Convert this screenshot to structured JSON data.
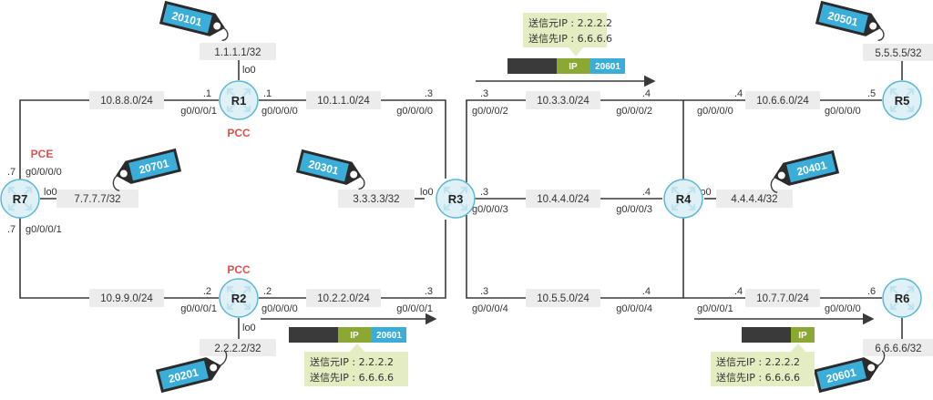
{
  "colors": {
    "link": "#3a3a3a",
    "router_fill": "#dff1f7",
    "router_stroke": "#5bb8d4",
    "label_bg": "#ececec",
    "tag_body": "#2b2b2b",
    "tag_face": "#3aaed8",
    "role": "#d9534f",
    "info_bg": "#e4ecc2",
    "pkt_dark": "#3a3a3a",
    "pkt_ip": "#8aa832",
    "pkt_label": "#3aaed8"
  },
  "routers": [
    {
      "id": "r1",
      "name": "R1",
      "role": "PCC"
    },
    {
      "id": "r2",
      "name": "R2",
      "role": "PCC"
    },
    {
      "id": "r3",
      "name": "R3",
      "role": ""
    },
    {
      "id": "r4",
      "name": "R4",
      "role": ""
    },
    {
      "id": "r5",
      "name": "R5",
      "role": ""
    },
    {
      "id": "r6",
      "name": "R6",
      "role": ""
    },
    {
      "id": "r7",
      "name": "R7",
      "role": "PCE"
    }
  ],
  "networks": [
    {
      "id": "n-10-8-8",
      "text": "10.8.8.0/24"
    },
    {
      "id": "n-10-1-1",
      "text": "10.1.1.0/24"
    },
    {
      "id": "n-10-3-3",
      "text": "10.3.3.0/24"
    },
    {
      "id": "n-10-6-6",
      "text": "10.6.6.0/24"
    },
    {
      "id": "n-10-4-4",
      "text": "10.4.4.0/24"
    },
    {
      "id": "n-10-9-9",
      "text": "10.9.9.0/24"
    },
    {
      "id": "n-10-2-2",
      "text": "10.2.2.0/24"
    },
    {
      "id": "n-10-5-5",
      "text": "10.5.5.0/24"
    },
    {
      "id": "n-10-7-7",
      "text": "10.7.7.0/24"
    }
  ],
  "loopbacks": [
    {
      "id": "lb-r1",
      "text": "1.1.1.1/32"
    },
    {
      "id": "lb-r2",
      "text": "2.2.2.2/32"
    },
    {
      "id": "lb-r3",
      "text": "3.3.3.3/32"
    },
    {
      "id": "lb-r4",
      "text": "4.4.4.4/32"
    },
    {
      "id": "lb-r5",
      "text": "5.5.5.5/32"
    },
    {
      "id": "lb-r6",
      "text": "6.6.6.6/32"
    },
    {
      "id": "lb-r7",
      "text": "7.7.7.7/32"
    }
  ],
  "labels": {
    "lo0": "lo0",
    "g0000": "g0/0/0/0",
    "g0001": "g0/0/0/1",
    "g0002": "g0/0/0/2",
    "g0003": "g0/0/0/3",
    "g0004": "g0/0/0/4",
    "d1": ".1",
    "d2": ".2",
    "d3": ".3",
    "d4": ".4",
    "d5": ".5",
    "d6": ".6",
    "d7": ".7"
  },
  "sids": [
    {
      "id": "sid-r1",
      "text": "20101"
    },
    {
      "id": "sid-r2",
      "text": "20201"
    },
    {
      "id": "sid-r3",
      "text": "20301"
    },
    {
      "id": "sid-r4",
      "text": "20401"
    },
    {
      "id": "sid-r5",
      "text": "20501"
    },
    {
      "id": "sid-r6",
      "text": "20601"
    },
    {
      "id": "sid-r7",
      "text": "20701"
    }
  ],
  "packets": [
    {
      "id": "pkt-top",
      "ip": "IP",
      "label": "20601",
      "src": "送信元IP : 2.2.2.2",
      "dst": "送信先IP : 6.6.6.6"
    },
    {
      "id": "pkt-bottom",
      "ip": "IP",
      "label": "20601",
      "src": "送信元IP : 2.2.2.2",
      "dst": "送信先IP : 6.6.6.6"
    },
    {
      "id": "pkt-final",
      "ip": "IP",
      "src": "送信元IP : 2.2.2.2",
      "dst": "送信先IP : 6.6.6.6"
    }
  ]
}
